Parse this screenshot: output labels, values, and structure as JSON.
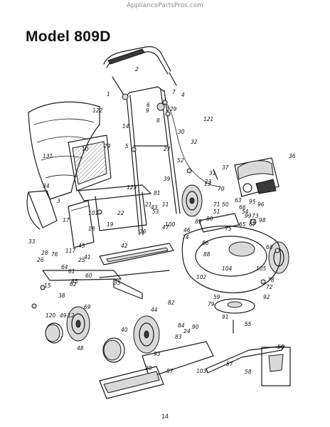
{
  "header": {
    "watermark": "AppliancePartsPros.com",
    "title": "Model 809D"
  },
  "footer": {
    "page_number": "14"
  },
  "callouts": [
    "1",
    "2",
    "3",
    "4",
    "5",
    "6",
    "7",
    "8",
    "9",
    "10",
    "11",
    "12",
    "13",
    "14",
    "15",
    "16",
    "17",
    "18",
    "19",
    "20",
    "21",
    "22",
    "23",
    "24",
    "25",
    "26",
    "27",
    "28",
    "29",
    "30",
    "31",
    "32",
    "33",
    "34",
    "35",
    "36",
    "37",
    "38",
    "39",
    "40",
    "41",
    "42",
    "43",
    "44",
    "45",
    "46",
    "47",
    "48",
    "49",
    "50",
    "51",
    "52",
    "53",
    "54",
    "55",
    "56",
    "57",
    "58",
    "59",
    "60",
    "61",
    "62",
    "63",
    "64",
    "65",
    "66",
    "67",
    "68",
    "69",
    "70",
    "71",
    "72",
    "73",
    "74",
    "75",
    "76",
    "77",
    "78",
    "79",
    "80",
    "81",
    "82",
    "83",
    "84",
    "85",
    "86",
    "87",
    "88",
    "89",
    "90",
    "91",
    "92",
    "93",
    "95",
    "96",
    "98",
    "99",
    "100",
    "101",
    "102",
    "103",
    "104",
    "105",
    "117",
    "120",
    "121",
    "122",
    "123",
    "129",
    "131"
  ]
}
